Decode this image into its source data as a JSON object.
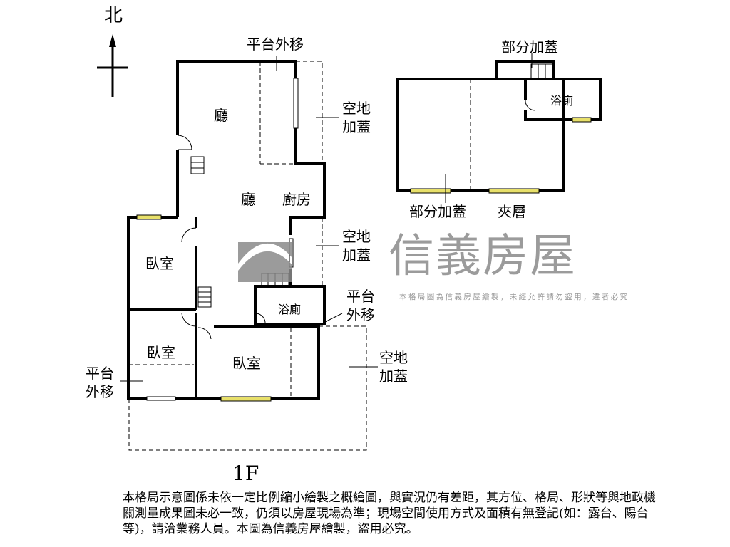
{
  "compass": {
    "north": "北"
  },
  "floor_label": "1F",
  "rooms": {
    "living_top": "廳",
    "living": "廳",
    "kitchen": "廚房",
    "bedroom_left": "臥室",
    "bath": "浴廁",
    "bedroom_lower_left": "臥室",
    "bedroom_lower": "臥室",
    "mezz_bath": "浴廁",
    "mezz_partial": "部分加蓋",
    "mezz_partial_bottom": "部分加蓋",
    "mezz_loft": "夾層"
  },
  "annotations": {
    "platform_top": "平台外移",
    "vacant_1a": "空地",
    "vacant_1b": "加蓋",
    "vacant_2a": "空地",
    "vacant_2b": "加蓋",
    "platform_right_a": "平台",
    "platform_right_b": "外移",
    "vacant_3a": "空地",
    "vacant_3b": "加蓋",
    "platform_left_a": "平台",
    "platform_left_b": "外移"
  },
  "watermark": {
    "brand": "信義房屋",
    "notice": "本格局圖為信義房屋繪製，未經允許請勿盜用，違者必究"
  },
  "disclaimer": "本格局示意圖係未依一定比例縮小繪製之概繪圖，與實況仍有差距，其方位、格局、形狀等與地政機關測量成果圖未必一致，仍須以房屋現場為準；現場空間使用方式及面積有無登記(如：露台、陽台等)，請洽業務人員。本圖為信義房屋繪製，盜用必究。",
  "colors": {
    "wall": "#000000",
    "window": "#e8e06a",
    "watermark": "#8a8a8a"
  }
}
